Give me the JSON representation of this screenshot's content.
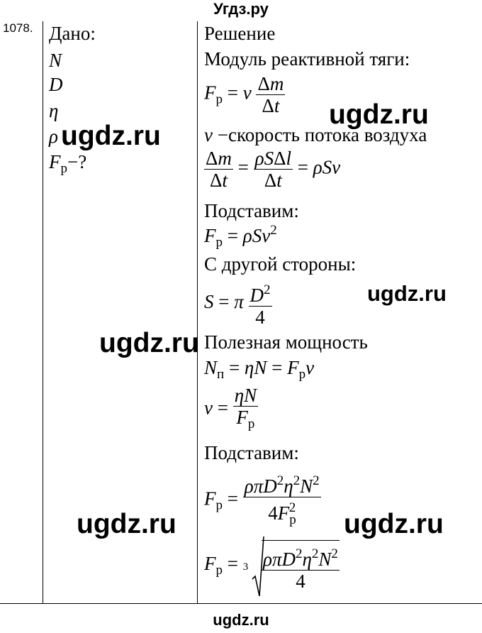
{
  "header": {
    "site": "Угдз.ру"
  },
  "footer": {
    "site": "ugdz.ru"
  },
  "problem": {
    "number": "1078."
  },
  "given": {
    "title": "Дано:",
    "vars": [
      "N",
      "D",
      "η",
      "ρ"
    ],
    "unknown_sym": "F",
    "unknown_sub": "р",
    "unknown_tail": "−?"
  },
  "solution": {
    "title": "Решение",
    "line_thrust": "Модуль реактивной тяги:",
    "line_v": "−скорость потока воздуха",
    "line_sub1": "Подставим:",
    "line_other": "С другой стороны:",
    "line_power": "Полезная мощность",
    "line_sub2": "Подставим:"
  },
  "watermarks": [
    "ugdz.ru",
    "ugdz.ru",
    "ugdz.ru",
    "ugdz.ru",
    "ugdz.ru",
    "ugdz.ru"
  ]
}
